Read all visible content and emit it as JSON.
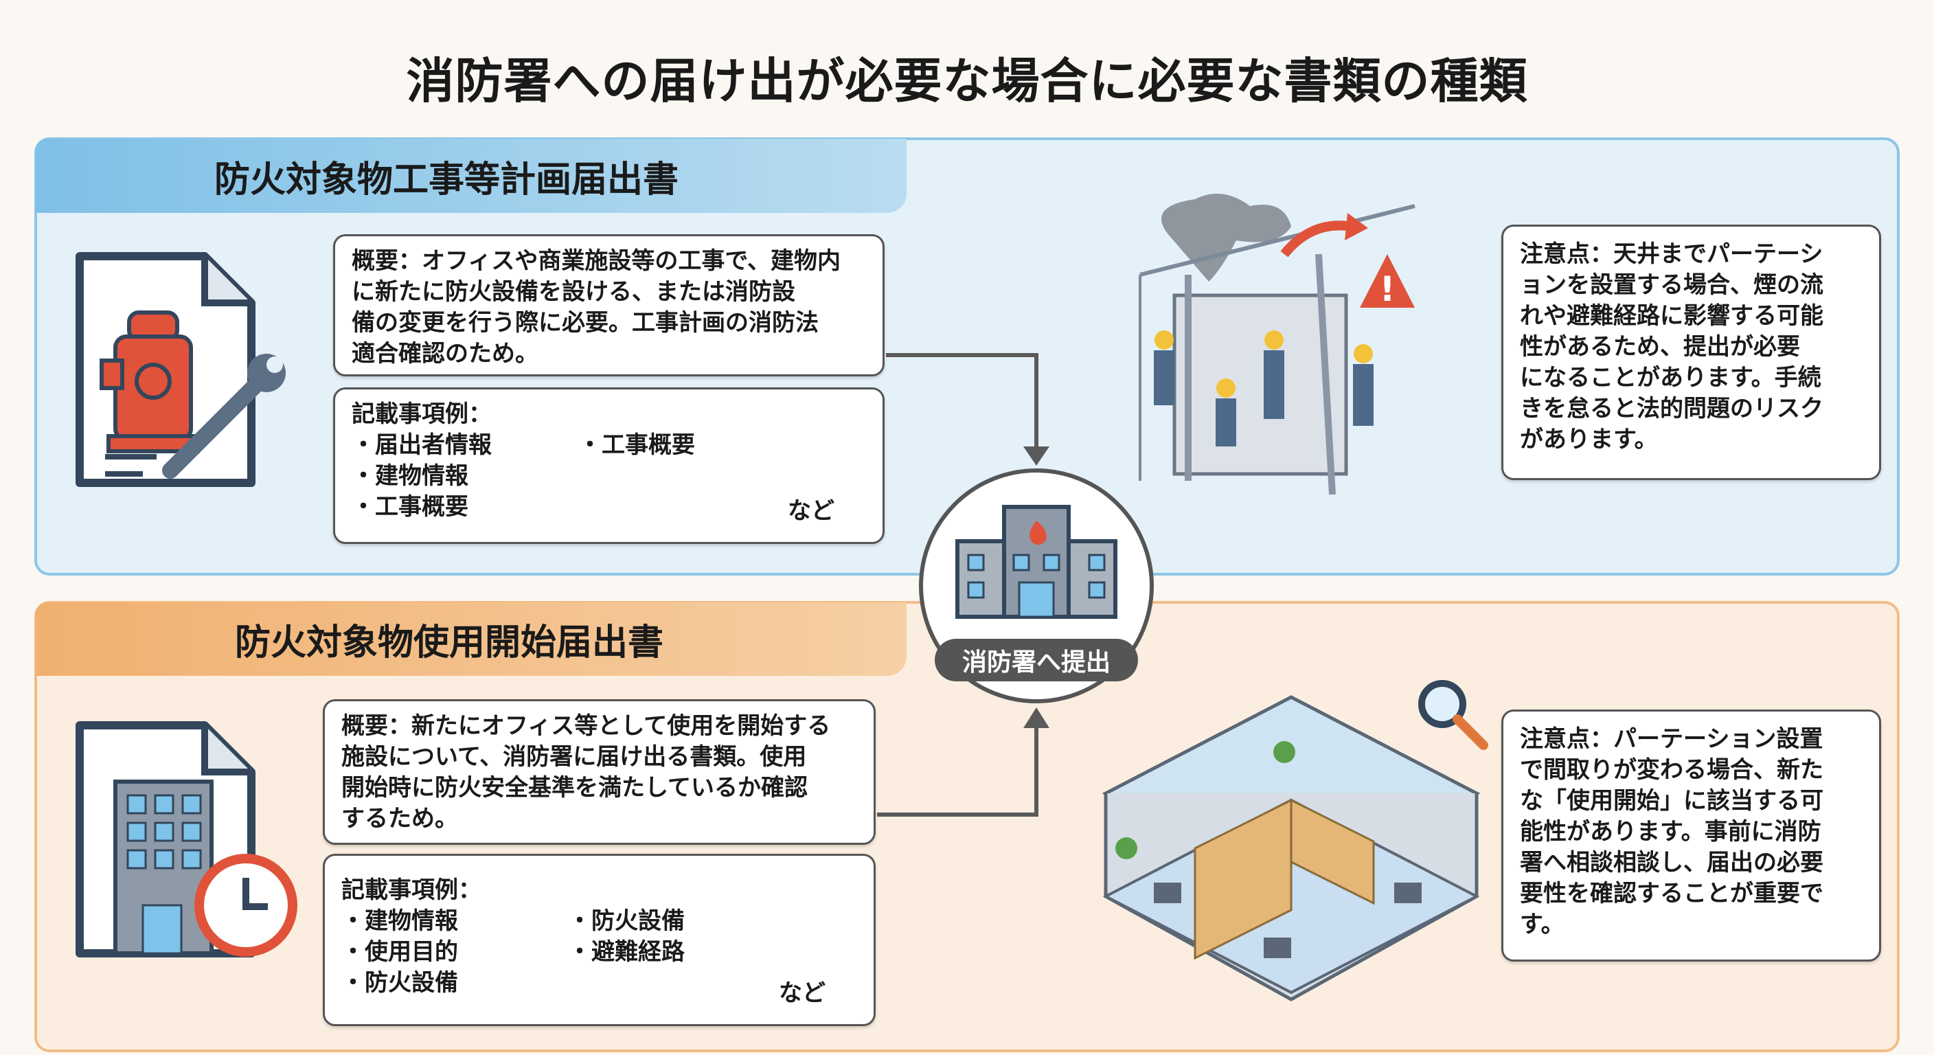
{
  "title": "消防署への届け出が必要な場合に必要な書類の種類",
  "center": {
    "label": "消防署へ提出"
  },
  "sections": [
    {
      "heading": "防火対象物工事等計画届出書",
      "summary": [
        "概要：オフィスや商業施設等の工事で、建物内",
        "に新たに防火設備を設ける、または消防設",
        "備の変更を行う際に必要。工事計画の消防法",
        "適合確認のため。"
      ],
      "items_label": "記載事項例：",
      "items": [
        "・届出者情報",
        "・工事概要",
        "・建物情報",
        "",
        "・工事概要",
        ""
      ],
      "items_suffix": "など",
      "note": [
        "注意点：天井までパーテーシ",
        "ョンを設置する場合、煙の流",
        "れや避難経路に影響する可能",
        "性があるため、提出が必要",
        "になることがあります。手続",
        "きを怠ると法的問題のリスク",
        "があります。"
      ]
    },
    {
      "heading": "防火対象物使用開始届出書",
      "summary": [
        "概要：新たにオフィス等として使用を開始する",
        "施設について、消防署に届け出る書類。使用",
        "開始時に防火安全基準を満たしているか確認",
        "するため。"
      ],
      "items_label": "記載事項例：",
      "items": [
        "・建物情報",
        "・防火設備",
        "・使用目的",
        "・避難経路",
        "・防火設備",
        ""
      ],
      "items_suffix": "など",
      "note": [
        "注意点：パーテーション設置",
        "で間取りが変わる場合、新た",
        "な「使用開始」に該当する可",
        "能性があります。事前に消防",
        "署へ相談相談し、届出の必要",
        "要性を確認することが重要で",
        "す。"
      ]
    }
  ],
  "colors": {
    "blue_panel": "#e4f1f9",
    "orange_panel": "#fbeee0",
    "accent_red": "#e0523a"
  }
}
